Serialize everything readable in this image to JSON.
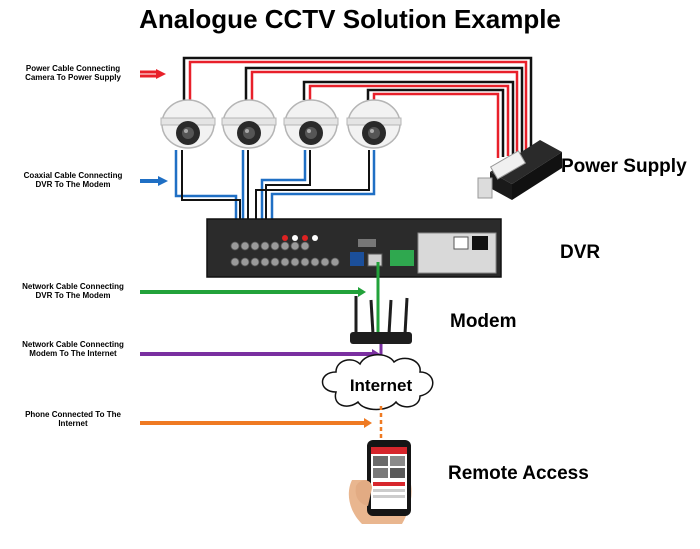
{
  "title": "Analogue CCTV Solution Example",
  "legend": [
    {
      "key": "power",
      "line1": "Power Cable Connecting",
      "line2": "Camera To Power Supply",
      "color": "#e8202a"
    },
    {
      "key": "coax",
      "line1": "Coaxial Cable Connecting",
      "line2": "DVR To The Modem",
      "color": "#1f6fc4"
    },
    {
      "key": "network1",
      "line1": "Network Cable Connecting",
      "line2": "DVR To The Modem",
      "color": "#22a23a"
    },
    {
      "key": "network2",
      "line1": "Network Cable Connecting",
      "line2": "Modem To The Internet",
      "color": "#7a2fa0"
    },
    {
      "key": "phone",
      "line1": "Phone Connected To The",
      "line2": "Internet",
      "color": "#ef7a22"
    }
  ],
  "labels": {
    "power_supply": "Power Supply",
    "dvr": "DVR",
    "modem": "Modem",
    "internet": "Internet",
    "remote_access": "Remote Access"
  },
  "colors": {
    "power_red": "#e8202a",
    "power_black": "#111111",
    "coax_blue": "#1f6fc4",
    "network_green": "#22a23a",
    "internet_purple": "#7a2fa0",
    "phone_orange": "#ef7a22",
    "device_dark": "#1e1e1e"
  }
}
